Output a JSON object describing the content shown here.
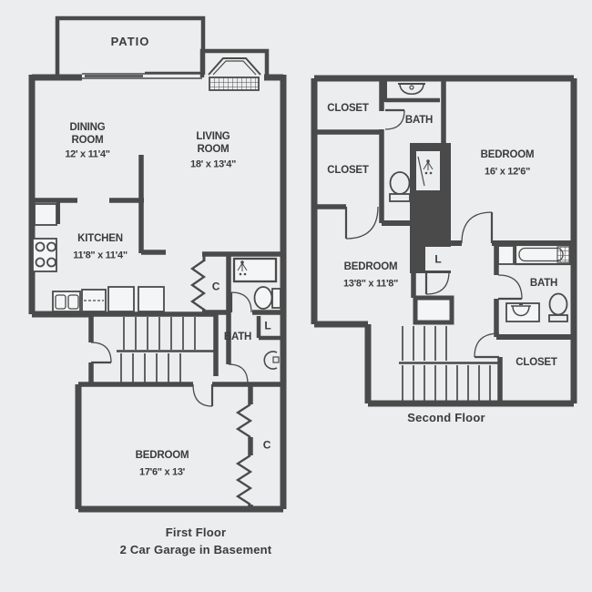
{
  "colors": {
    "background": "#ecedee",
    "wall": "#4a4a4a",
    "text": "#3b3b3b"
  },
  "ff": {
    "caption1": "First Floor",
    "caption2": "2 Car Garage in Basement",
    "patio": "PATIO",
    "dining": {
      "name": "DINING ROOM",
      "dims": "12' x 11'4\""
    },
    "living": {
      "name": "LIVING ROOM",
      "dims": "18' x 13'4\""
    },
    "kitchen": {
      "name": "KITCHEN",
      "dims": "11'8\" x 11'4\""
    },
    "bath": "BATH",
    "closet_c": "C",
    "linen_l": "L",
    "bedroom": {
      "name": "BEDROOM",
      "dims": "17'6\" x 13'"
    },
    "bedroom_closet_c": "C"
  },
  "sf": {
    "caption": "Second Floor",
    "closet_top": "CLOSET",
    "bath_top": "BATH",
    "closet_mid": "CLOSET",
    "bedroom_right": {
      "name": "BEDROOM",
      "dims": "16' x 12'6\""
    },
    "bedroom_left": {
      "name": "BEDROOM",
      "dims": "13'8\" x 11'8\""
    },
    "linen_l": "L",
    "bath_right": "BATH",
    "closet_bottom": "CLOSET"
  }
}
